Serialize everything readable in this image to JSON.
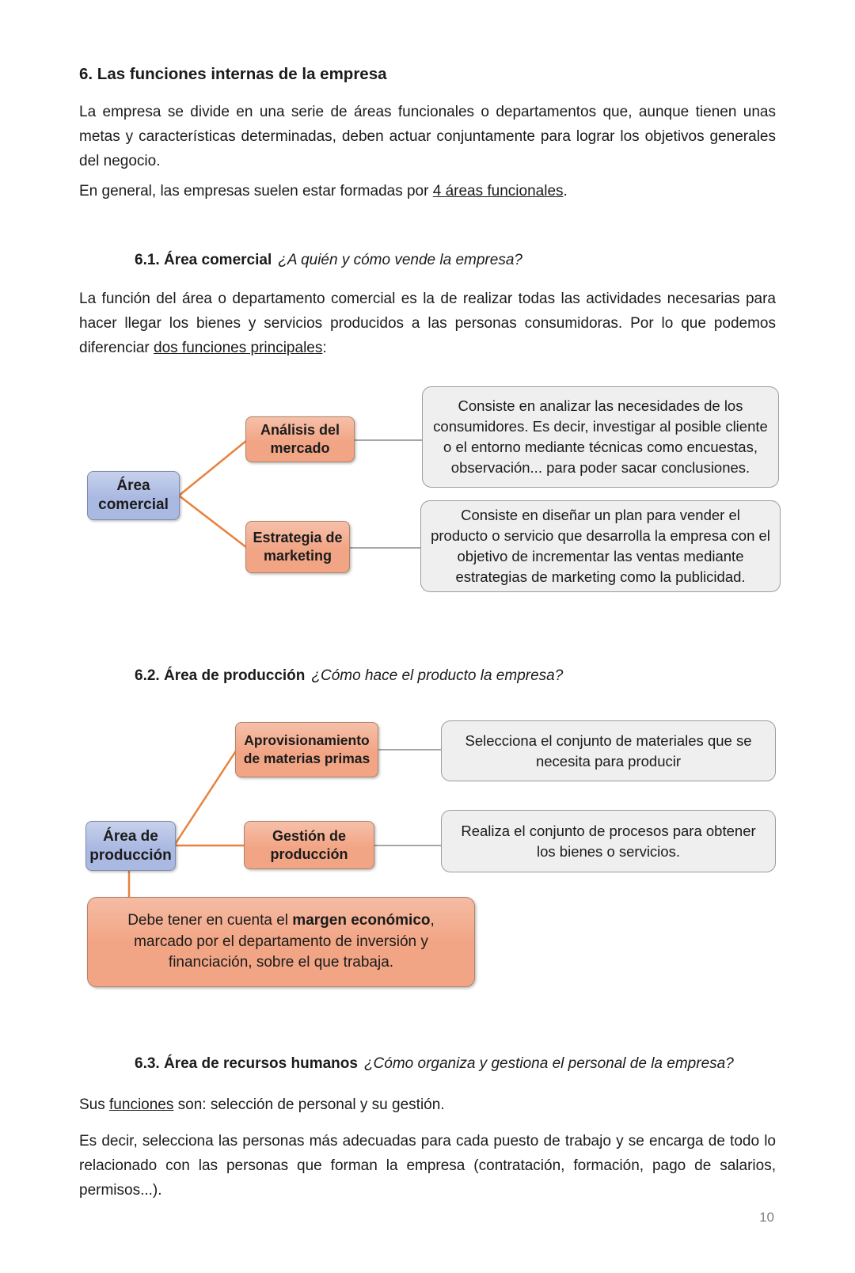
{
  "colors": {
    "box-blue": "#aab9e2",
    "box-blue-border": "#7f8cb0",
    "box-orange": "#f2a585",
    "box-orange-border": "#b08468",
    "box-grey": "#efefef",
    "box-grey-border": "#9d9d9d",
    "line-orange": "#e8823e",
    "line-grey": "#a6a6a6",
    "text": "#1b1b1b",
    "page-number": "#7f7f7f"
  },
  "page": {
    "number": "10"
  },
  "section6": {
    "heading": "6. Las funciones internas de la empresa",
    "para1": "La empresa se divide en una serie de áreas funcionales o departamentos que, aunque tienen unas metas y características determinadas, deben actuar conjuntamente para lograr los objetivos generales del negocio.",
    "para2_prefix": "En general, las empresas suelen estar formadas por ",
    "para2_underlined": "4 áreas funcionales",
    "para2_suffix": "."
  },
  "section61": {
    "heading_bold": "6.1. Área comercial",
    "heading_italic": "¿A quién y cómo vende la empresa?",
    "para_prefix": "La función del área o departamento comercial es la de realizar todas las actividades necesarias para hacer llegar los bienes y servicios producidos a las personas consumidoras. Por lo que podemos diferenciar ",
    "para_underlined": "dos funciones principales",
    "para_suffix": ":",
    "diagram": {
      "root": "Área comercial",
      "node1": "Análisis del mercado",
      "node2": "Estrategia de marketing",
      "desc1": "Consiste en analizar las necesidades de los consumidores. Es decir, investigar al posible cliente o el entorno mediante técnicas como encuestas, observación... para poder sacar conclusiones.",
      "desc2": "Consiste en diseñar un plan para vender el producto o servicio que desarrolla la empresa con el objetivo de incrementar las ventas mediante estrategias de marketing como la publicidad."
    }
  },
  "section62": {
    "heading_bold": "6.2. Área de producción",
    "heading_italic": "¿Cómo hace el producto la empresa?",
    "diagram": {
      "root": "Área de producción",
      "node1": "Aprovisionamiento de materias primas",
      "node2": "Gestión de producción",
      "desc1": "Selecciona el conjunto de materiales que se necesita para producir",
      "desc2": "Realiza el conjunto de procesos para obtener los bienes o servicios.",
      "note_prefix": "Debe tener en cuenta el ",
      "note_bold": "margen económico",
      "note_suffix": ", marcado por el departamento de inversión y financiación, sobre el que trabaja."
    }
  },
  "section63": {
    "heading_bold": "6.3. Área de recursos humanos",
    "heading_italic": "¿Cómo organiza y gestiona el personal de la empresa?",
    "para1_prefix": "Sus ",
    "para1_underlined": "funciones",
    "para1_suffix": " son: selección de personal y su gestión.",
    "para2": "Es decir, selecciona las personas más adecuadas para cada puesto de trabajo y se encarga de todo lo relacionado con las personas que forman la empresa (contratación, formación, pago de salarios, permisos...)."
  }
}
